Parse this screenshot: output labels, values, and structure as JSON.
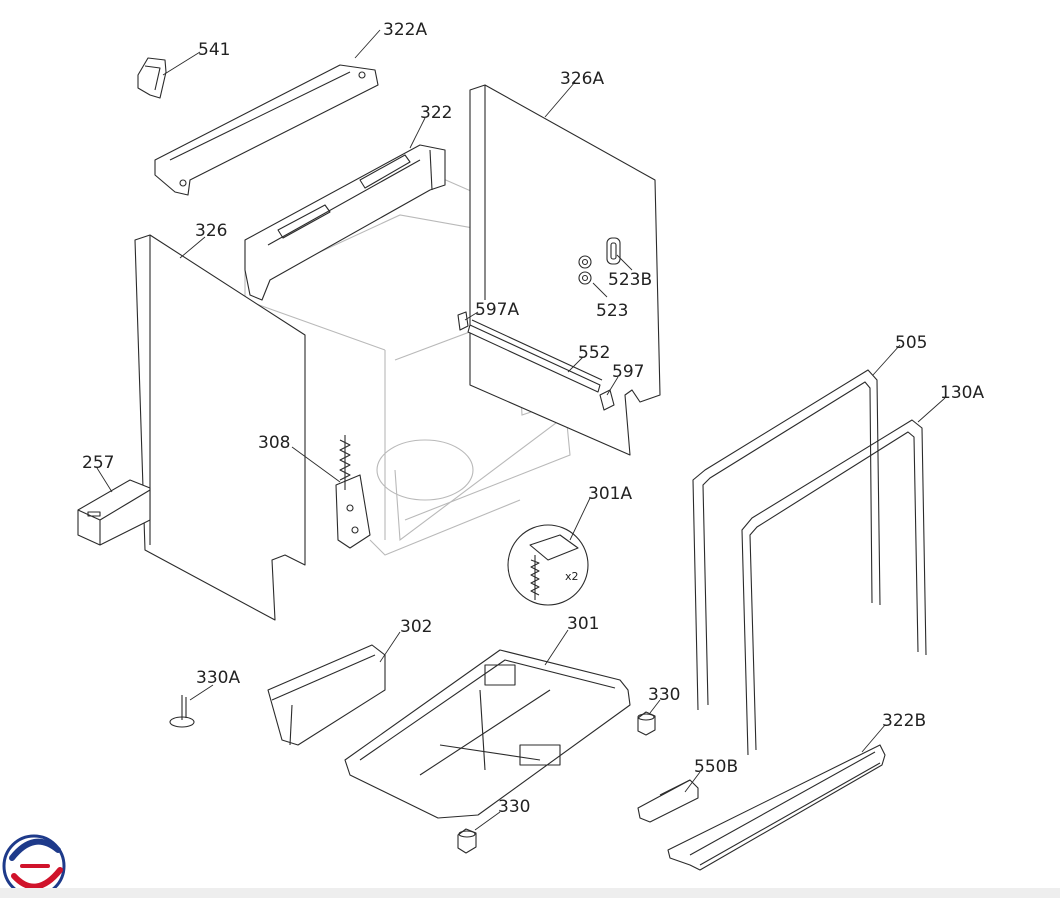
{
  "colors": {
    "line": "#2b2b2b",
    "ghost": "#b9b9b9",
    "logo_blue": "#1e3a8a",
    "logo_red": "#d0132b"
  },
  "callouts": [
    {
      "id": "541",
      "text": "541"
    },
    {
      "id": "322A",
      "text": "322A"
    },
    {
      "id": "326A",
      "text": "326A"
    },
    {
      "id": "322",
      "text": "322"
    },
    {
      "id": "326",
      "text": "326"
    },
    {
      "id": "523B",
      "text": "523B"
    },
    {
      "id": "523",
      "text": "523"
    },
    {
      "id": "597A",
      "text": "597A"
    },
    {
      "id": "552",
      "text": "552"
    },
    {
      "id": "597",
      "text": "597"
    },
    {
      "id": "505",
      "text": "505"
    },
    {
      "id": "130A",
      "text": "130A"
    },
    {
      "id": "308",
      "text": "308"
    },
    {
      "id": "257",
      "text": "257"
    },
    {
      "id": "301A",
      "text": "301A"
    },
    {
      "id": "302",
      "text": "302"
    },
    {
      "id": "301",
      "text": "301"
    },
    {
      "id": "330A",
      "text": "330A"
    },
    {
      "id": "330-right",
      "text": "330"
    },
    {
      "id": "322B",
      "text": "322B"
    },
    {
      "id": "550B",
      "text": "550B"
    },
    {
      "id": "330-bottom",
      "text": "330"
    }
  ],
  "detail_note": "x2",
  "logo_icon": "brand-logo-icon"
}
